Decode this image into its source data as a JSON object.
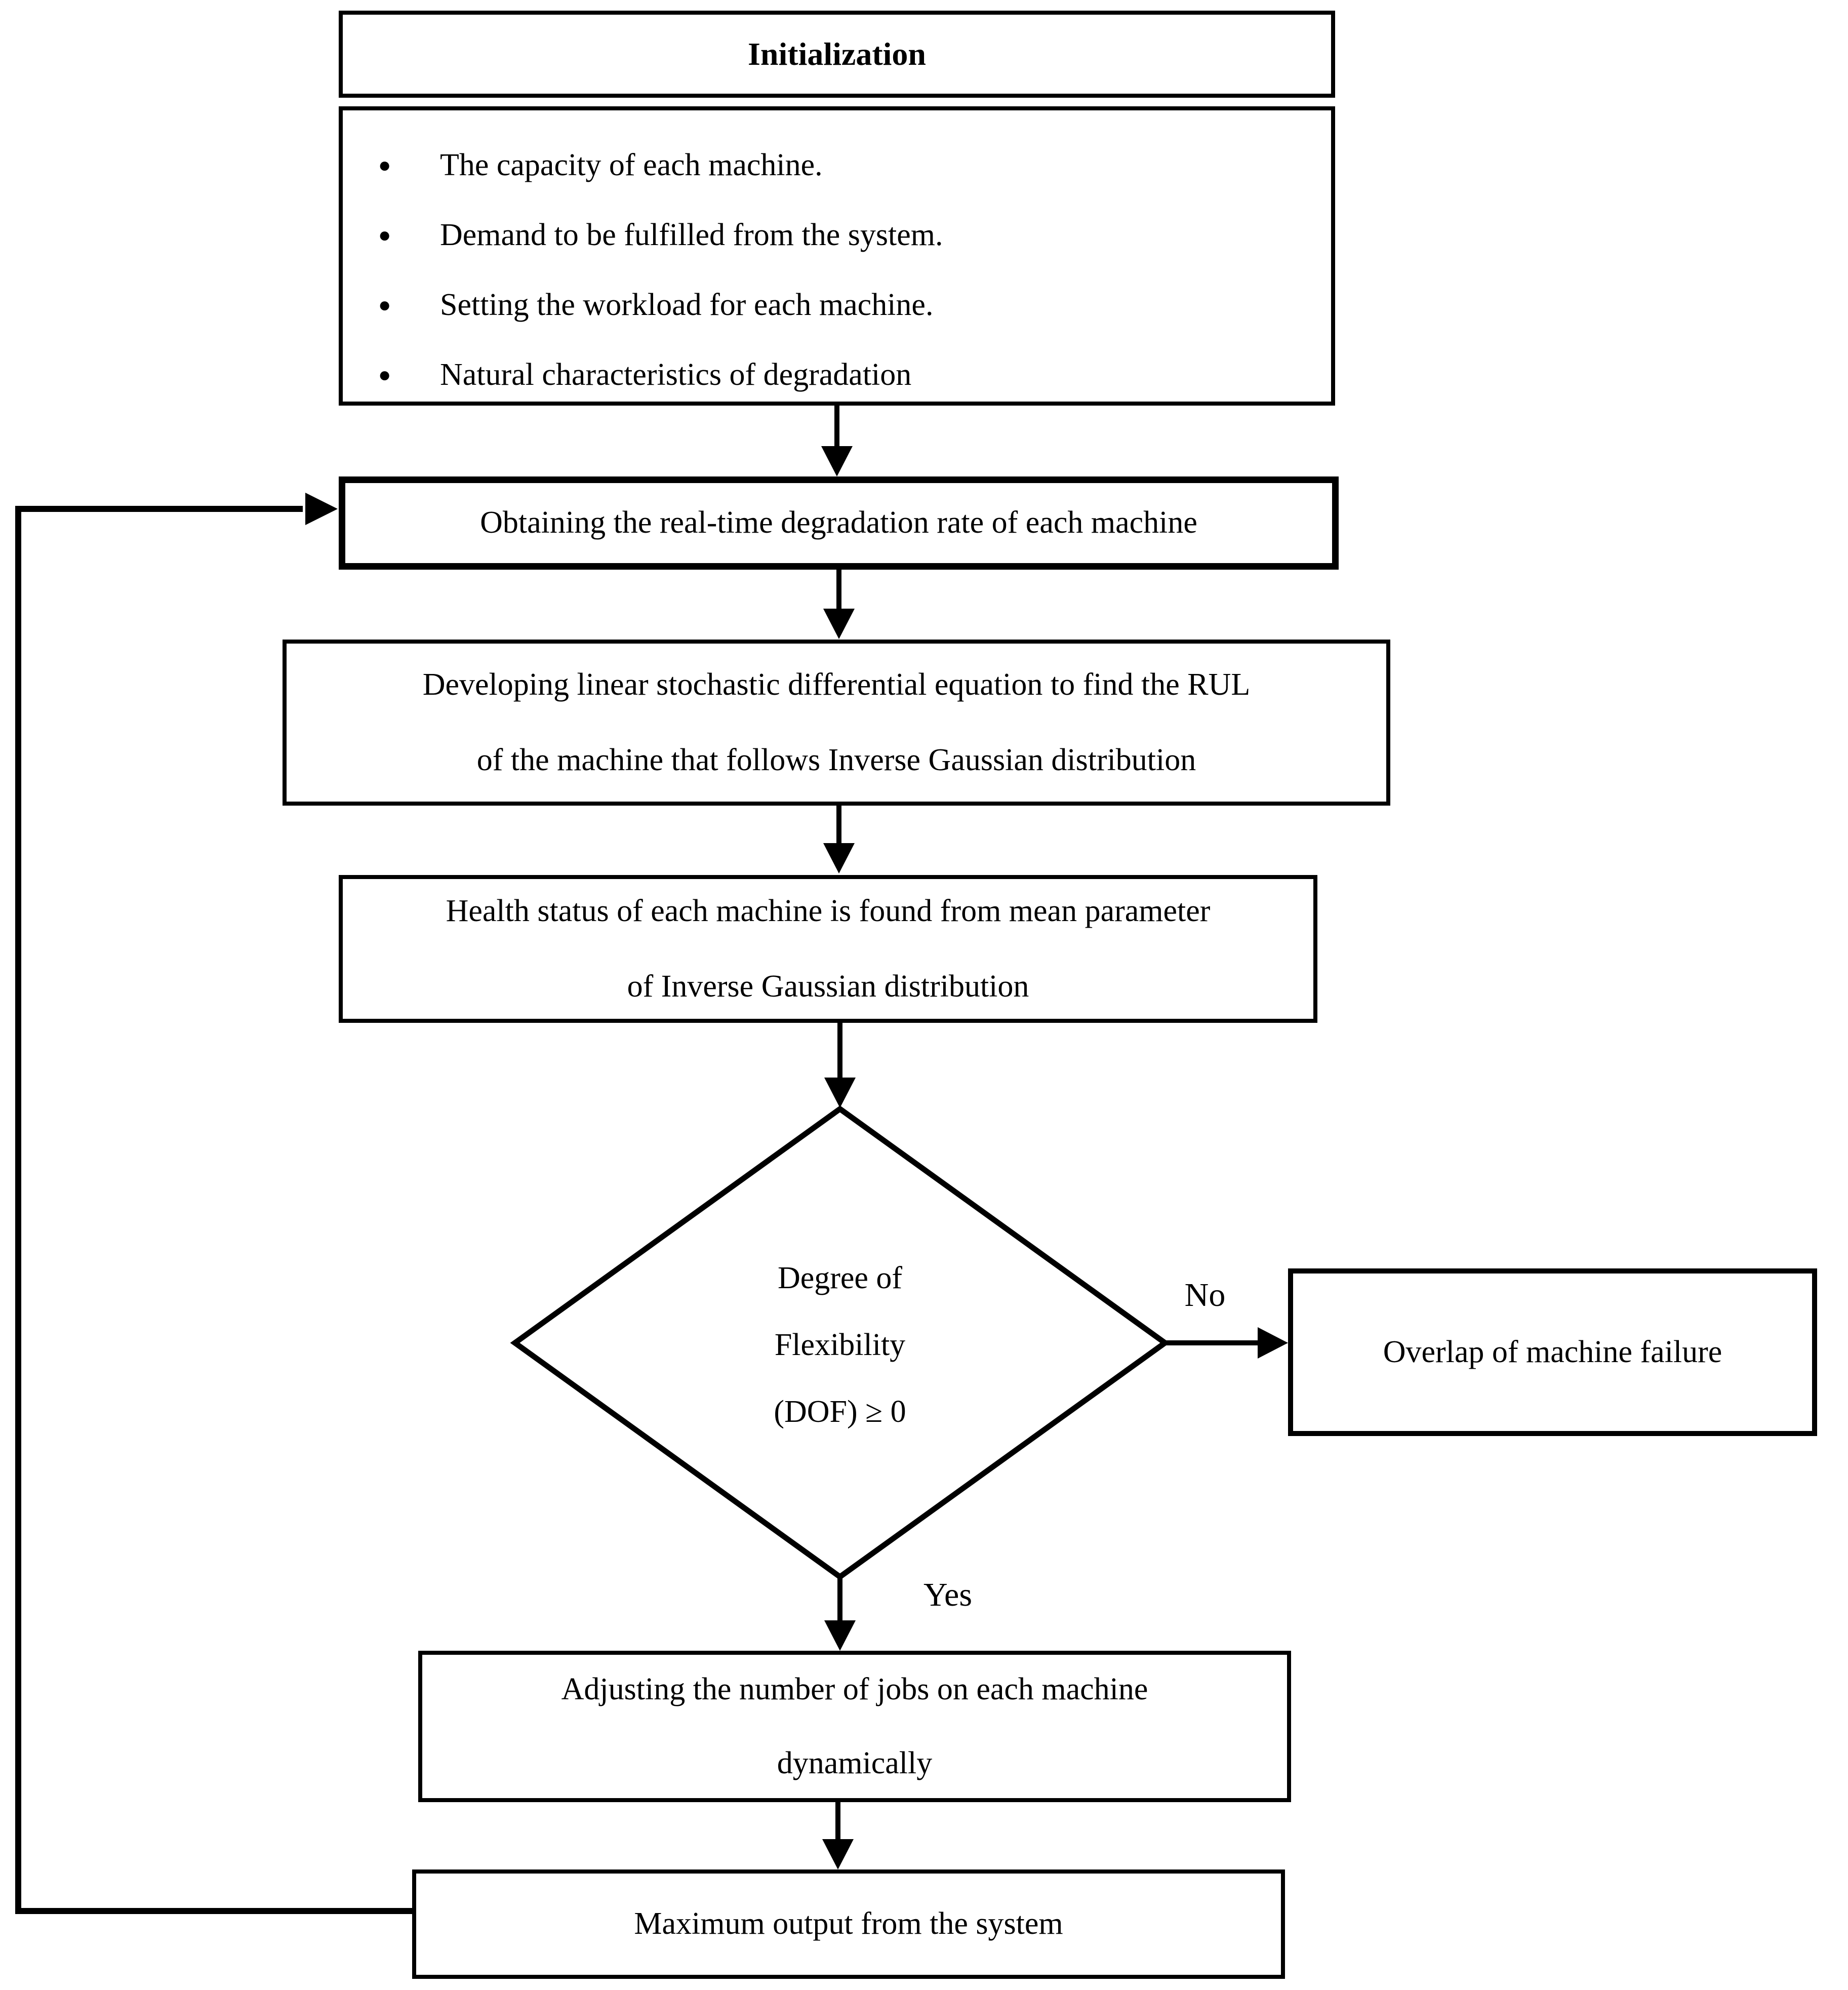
{
  "flowchart": {
    "initialization": {
      "title": "Initialization",
      "bullet_marker": "●",
      "bullets": [
        "The capacity of each machine.",
        "Demand to be fulfilled from the system.",
        "Setting the workload for each machine.",
        "Natural characteristics of degradation"
      ]
    },
    "nodes": {
      "obtain": {
        "label": "Obtaining the real-time degradation rate of each machine"
      },
      "develop": {
        "line1": "Developing linear stochastic differential equation to find the RUL",
        "line2": "of the machine that follows Inverse Gaussian distribution"
      },
      "health": {
        "line1": "Health status of each machine is found from mean parameter",
        "line2": "of Inverse Gaussian distribution"
      },
      "decision": {
        "line1": "Degree of",
        "line2": "Flexibility",
        "line3": "(DOF) ≥ 0"
      },
      "overlap": {
        "label": "Overlap of machine failure"
      },
      "adjust": {
        "line1": "Adjusting the number of jobs on each machine",
        "line2": "dynamically"
      },
      "max_output": {
        "label": "Maximum output from the system"
      }
    },
    "edge_labels": {
      "no": "No",
      "yes": "Yes"
    },
    "colors": {
      "line": "#000000",
      "background": "#ffffff"
    }
  }
}
